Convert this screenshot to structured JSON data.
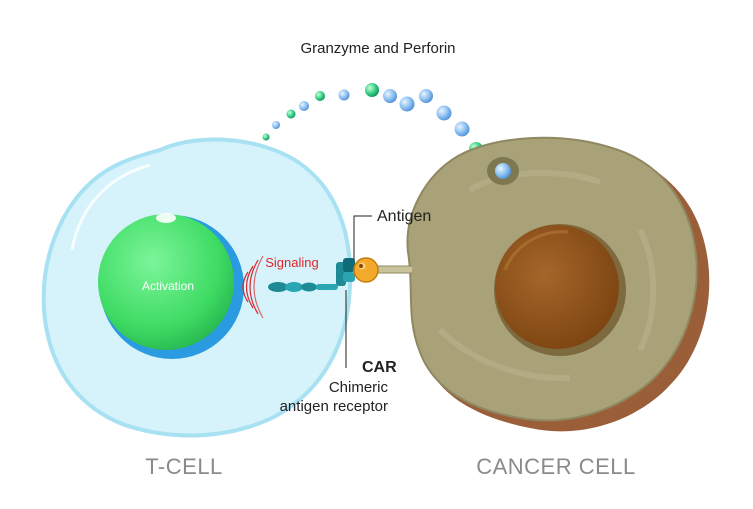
{
  "labels": {
    "granzyme": "Granzyme and Perforin",
    "activation": "Activation",
    "signaling": "Signaling",
    "antigen": "Antigen",
    "car": "CAR",
    "car_line1": "Chimeric",
    "car_line2": "antigen receptor",
    "tcell": "T-CELL",
    "cancer": "CANCER CELL"
  },
  "colors": {
    "tcell_fill": "#d6f3fb",
    "tcell_edge": "#9fdcee",
    "nucleus_green": "#40e06a",
    "nucleus_blue": "#2a9be0",
    "cancer_fill": "#a9a178",
    "cancer_shadow": "#9a5e38",
    "cancer_nucleus": "#8a4f16",
    "signal_red": "#d9262c",
    "antigen_orange": "#f3a92a",
    "receptor_teal": "#1e8a96"
  },
  "icons": [
    "granule-sphere",
    "car-receptor",
    "antigen-ball",
    "signal-wave"
  ]
}
